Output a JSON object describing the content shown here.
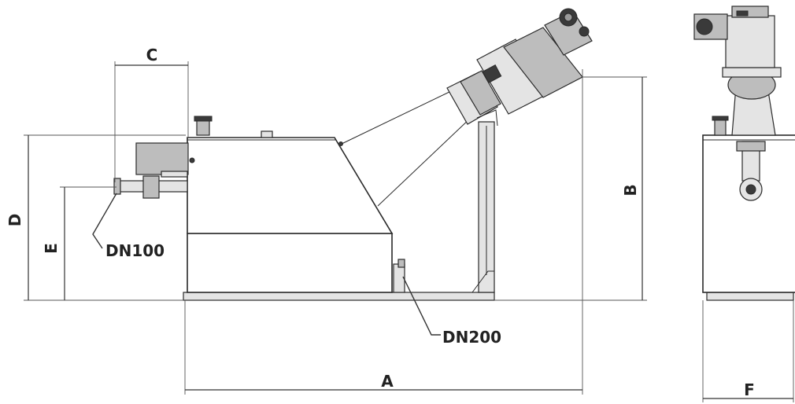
{
  "labels": {
    "A": "A",
    "B": "B",
    "C": "C",
    "D": "D",
    "E": "E",
    "F": "F",
    "inlet": "DN100",
    "outlet": "DN200"
  }
}
